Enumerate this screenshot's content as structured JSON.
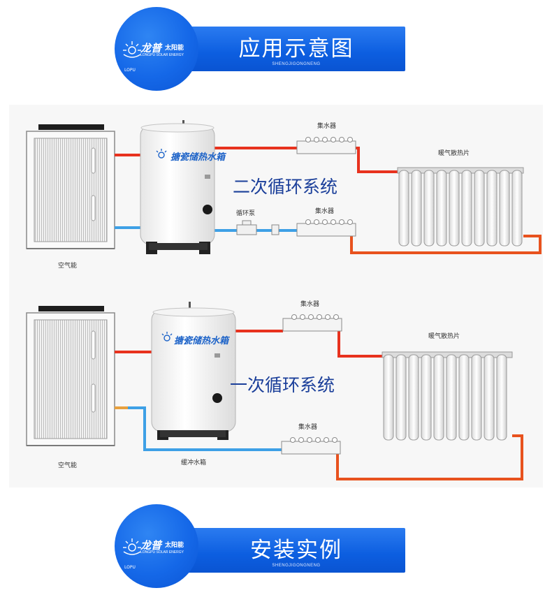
{
  "top_banner": {
    "title": "应用示意图",
    "subtitle": "SHENGJIGONGNENG"
  },
  "bottom_banner": {
    "title": "安装实例",
    "subtitle": "SHENGJIGONGNENG"
  },
  "logo": {
    "brand": "龙普",
    "tagline": "太阳能",
    "english": "LONGPU SOLAR ENERGY",
    "arc_text": "LOPU"
  },
  "diagram_upper": {
    "system_label": "二次循环系统",
    "tank_label": "搪瓷储热水箱",
    "heat_pump_label": "空气能",
    "pump_label": "循环泵",
    "manifold_top_label": "集水器",
    "manifold_bottom_label": "集水器",
    "radiator_label": "暖气散热片"
  },
  "diagram_lower": {
    "system_label": "一次循环系统",
    "tank_label": "搪瓷储热水箱",
    "heat_pump_label": "空气能",
    "buffer_label": "缓冲水箱",
    "manifold_top_label": "集水器",
    "manifold_bottom_label": "集水器",
    "radiator_label": "暖气散热片"
  },
  "colors": {
    "banner_blue": "#0c5ee0",
    "hot_pipe": "#e8321e",
    "cold_pipe": "#3ea0e6",
    "system_label": "#1b3f9a"
  }
}
